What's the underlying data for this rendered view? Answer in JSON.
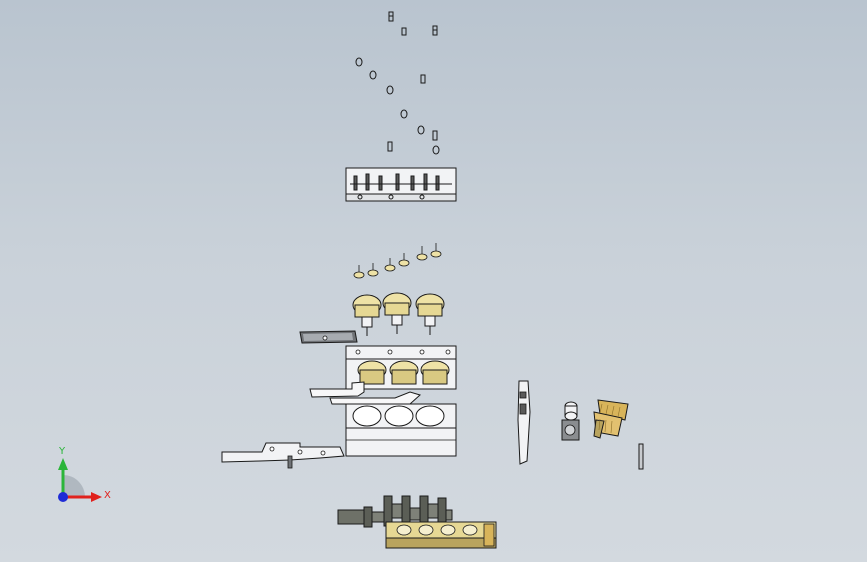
{
  "app": {
    "view": "exploded-assembly-view",
    "background": {
      "top": "#b9c4cf",
      "bottom": "#d3d9df"
    }
  },
  "triad": {
    "x_label": "X",
    "y_label": "Y",
    "colors": {
      "x": "#e0211d",
      "y": "#2bb53a",
      "z": "#1e2bd6"
    }
  },
  "colors": {
    "part_face": "#f2f3f5",
    "part_edge": "#1a1a1a",
    "piston": "#eee2a6",
    "piston_dark": "#b9a45e",
    "bearing": "#d8b45a",
    "crank": "#6e7168"
  },
  "icons": [
    "triad-icon"
  ]
}
